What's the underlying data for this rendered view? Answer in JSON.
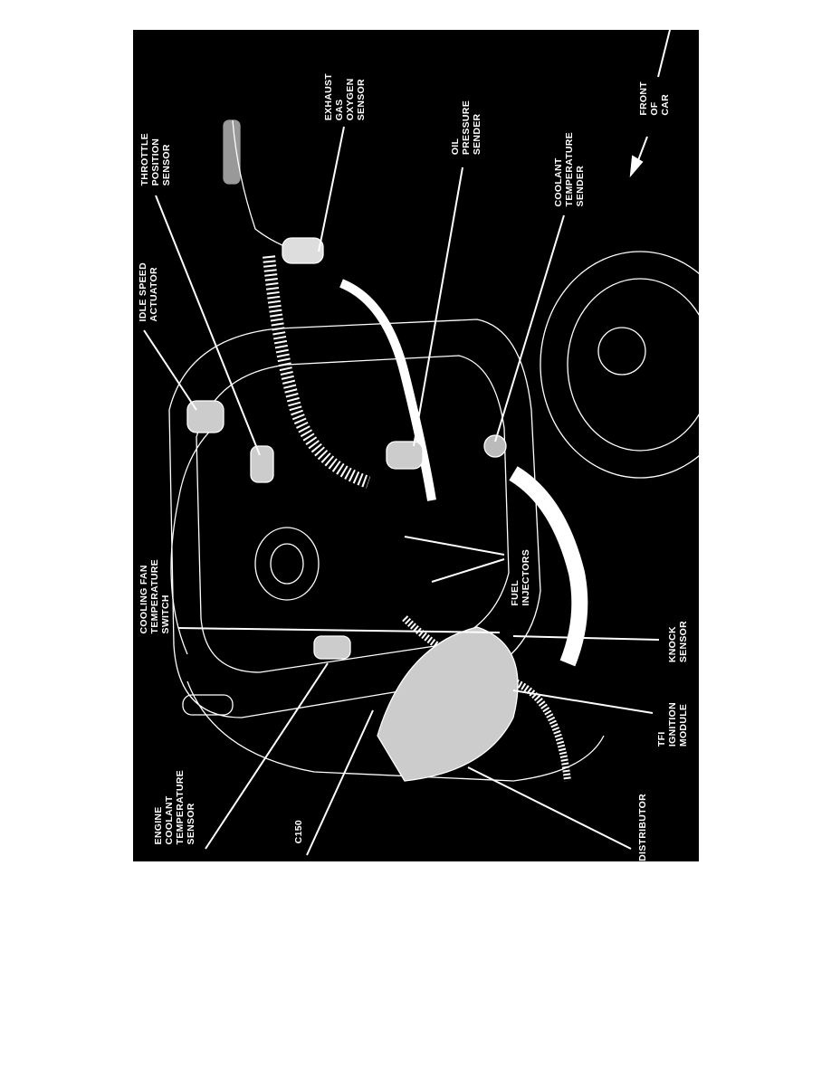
{
  "figure": {
    "background": "#000000",
    "foreground": "#ffffff",
    "labels": {
      "throttle_position_sensor": [
        "THROTTLE",
        "POSITION",
        "SENSOR"
      ],
      "idle_speed_actuator": [
        "IDLE SPEED",
        "ACTUATOR"
      ],
      "exhaust_gas_oxygen_sensor": [
        "EXHAUST",
        "GAS",
        "OXYGEN",
        "SENSOR"
      ],
      "oil_pressure_sender": [
        "OIL",
        "PRESSURE",
        "SENDER"
      ],
      "coolant_temperature_sender": [
        "COOLANT",
        "TEMPERATURE",
        "SENDER"
      ],
      "front_of_car": [
        "FRONT",
        "OF",
        "CAR"
      ],
      "cooling_fan_temperature_switch": [
        "COOLING FAN",
        "TEMPERATURE",
        "SWITCH"
      ],
      "fuel_injectors": [
        "FUEL",
        "INJECTORS"
      ],
      "engine_coolant_temperature_sensor": [
        "ENGINE",
        "COOLANT",
        "TEMPERATURE",
        "SENSOR"
      ],
      "c150": [
        "C150"
      ],
      "distributor": [
        "DISTRIBUTOR"
      ],
      "tfi_ignition_module": [
        "TFI",
        "IGNITION",
        "MODULE"
      ],
      "knock_sensor": [
        "KNOCK",
        "SENSOR"
      ]
    }
  }
}
